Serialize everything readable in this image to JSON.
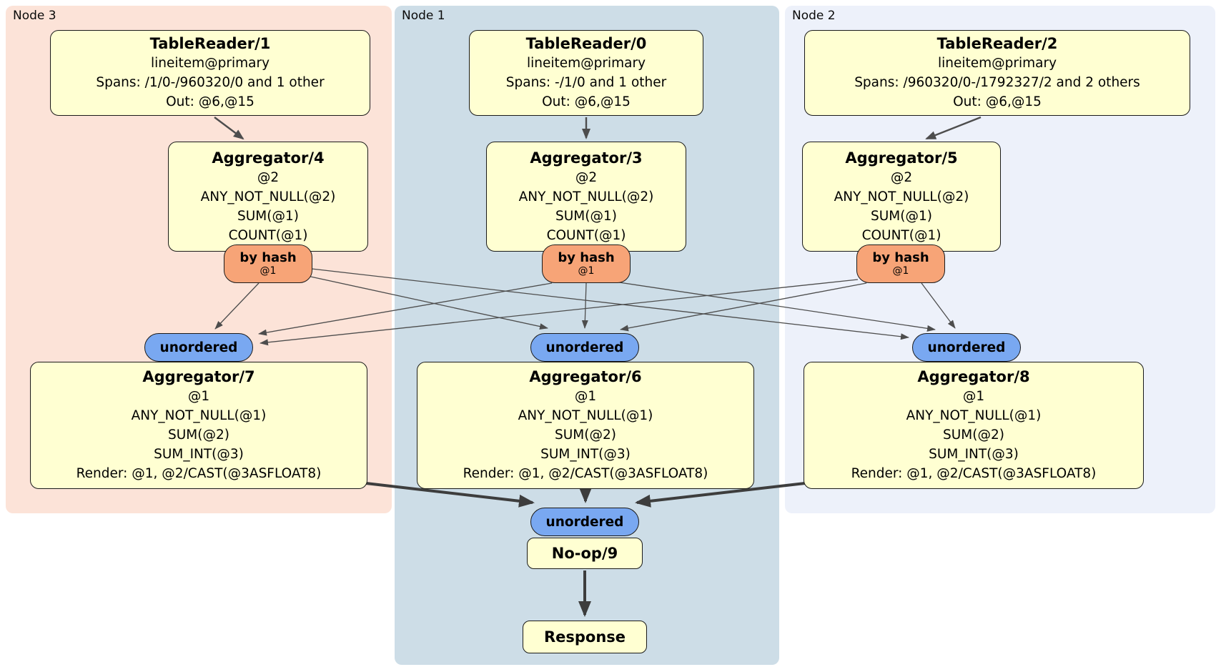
{
  "regions": [
    {
      "label": "Node 3"
    },
    {
      "label": "Node 1"
    },
    {
      "label": "Node 2"
    }
  ],
  "processors": {
    "tr1": {
      "title": "TableReader/1",
      "lines": [
        "lineitem@primary",
        "Spans: /1/0-/960320/0 and 1 other",
        "Out: @6,@15"
      ]
    },
    "tr0": {
      "title": "TableReader/0",
      "lines": [
        "lineitem@primary",
        "Spans: -/1/0 and 1 other",
        "Out: @6,@15"
      ]
    },
    "tr2": {
      "title": "TableReader/2",
      "lines": [
        "lineitem@primary",
        "Spans: /960320/0-/1792327/2 and 2 others",
        "Out: @6,@15"
      ]
    },
    "agg4": {
      "title": "Aggregator/4",
      "lines": [
        "@2",
        "ANY_NOT_NULL(@2)",
        "SUM(@1)",
        "COUNT(@1)"
      ]
    },
    "agg3": {
      "title": "Aggregator/3",
      "lines": [
        "@2",
        "ANY_NOT_NULL(@2)",
        "SUM(@1)",
        "COUNT(@1)"
      ]
    },
    "agg5": {
      "title": "Aggregator/5",
      "lines": [
        "@2",
        "ANY_NOT_NULL(@2)",
        "SUM(@1)",
        "COUNT(@1)"
      ]
    },
    "agg7": {
      "title": "Aggregator/7",
      "lines": [
        "@1",
        "ANY_NOT_NULL(@1)",
        "SUM(@2)",
        "SUM_INT(@3)",
        "Render: @1, @2/CAST(@3ASFLOAT8)"
      ]
    },
    "agg6": {
      "title": "Aggregator/6",
      "lines": [
        "@1",
        "ANY_NOT_NULL(@1)",
        "SUM(@2)",
        "SUM_INT(@3)",
        "Render: @1, @2/CAST(@3ASFLOAT8)"
      ]
    },
    "agg8": {
      "title": "Aggregator/8",
      "lines": [
        "@1",
        "ANY_NOT_NULL(@1)",
        "SUM(@2)",
        "SUM_INT(@3)",
        "Render: @1, @2/CAST(@3ASFLOAT8)"
      ]
    },
    "noop": {
      "title": "No-op/9"
    },
    "response": {
      "title": "Response"
    }
  },
  "router": {
    "label": "by hash",
    "key": "@1"
  },
  "stream": {
    "label": "unordered"
  },
  "colors": {
    "region_node3": "#fce3d8",
    "region_node1": "#cddde7",
    "region_node2": "#edf1fa",
    "processor_fill": "#ffffd2",
    "router_fill": "#f7a477",
    "stream_fill": "#79a8f1",
    "edge": "#4d4d4d",
    "edge_thick": "#3d3d3d"
  }
}
